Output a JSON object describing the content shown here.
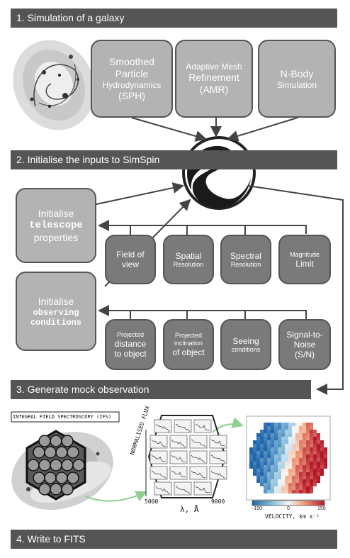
{
  "banners": {
    "step1": "1. Simulation of a galaxy",
    "step2": "2. Initialise the inputs to SimSpin",
    "step3": "3. Generate mock observation",
    "step4": "4. Write to FITS"
  },
  "simulations": {
    "sph": {
      "line1": "Smoothed",
      "line2": "Particle",
      "line3": "Hydrodynamics",
      "line4": "(SPH)"
    },
    "amr": {
      "line1": "Adaptive Mesh",
      "line2": "Refinement",
      "line3": "(AMR)"
    },
    "nbody": {
      "line1": "N-Body",
      "line2": "Simulation"
    }
  },
  "telescope": {
    "line1": "Initialise",
    "line2": "telescope",
    "line3": "properties"
  },
  "telescope_params": {
    "fov": {
      "line1": "Field of",
      "line2": "view"
    },
    "spatial": {
      "line1": "Spatial",
      "line2": "Resolution"
    },
    "spectral": {
      "line1": "Spectral",
      "line2": "Resolution"
    },
    "magnitude": {
      "line1": "Magnitude",
      "line2": "Limit"
    }
  },
  "observing": {
    "line1": "Initialise",
    "line2": "observing",
    "line3": "conditions"
  },
  "observing_params": {
    "distance": {
      "line1": "Projected",
      "line2": "distance",
      "line3": "to object"
    },
    "inclination": {
      "line1": "Projected",
      "line2": "inclination",
      "line3": "of object"
    },
    "seeing": {
      "line1": "Seeing",
      "line2": "conditions"
    },
    "snr": {
      "line1": "Signal-to-",
      "line2": "Noise",
      "line3": "(S/N)"
    }
  },
  "ifs": {
    "label": "INTEGRAL FIELD SPECTROSCOPY (IFS)",
    "flux_label": "NORMALISED FLUX",
    "x_tick_left": "5000",
    "x_tick_right": "9000",
    "x_label": "λ, Å"
  },
  "velocity_map": {
    "cbar_min": "-150",
    "cbar_mid": "0",
    "cbar_max": "150",
    "label": "VELOCITY, km s⁻¹"
  },
  "colors": {
    "banner": "#555555",
    "light_box": "#b3b3b3",
    "dark_box": "#7a7a7a",
    "arrow": "#444444",
    "green_arrow": "#8fcf8f"
  }
}
